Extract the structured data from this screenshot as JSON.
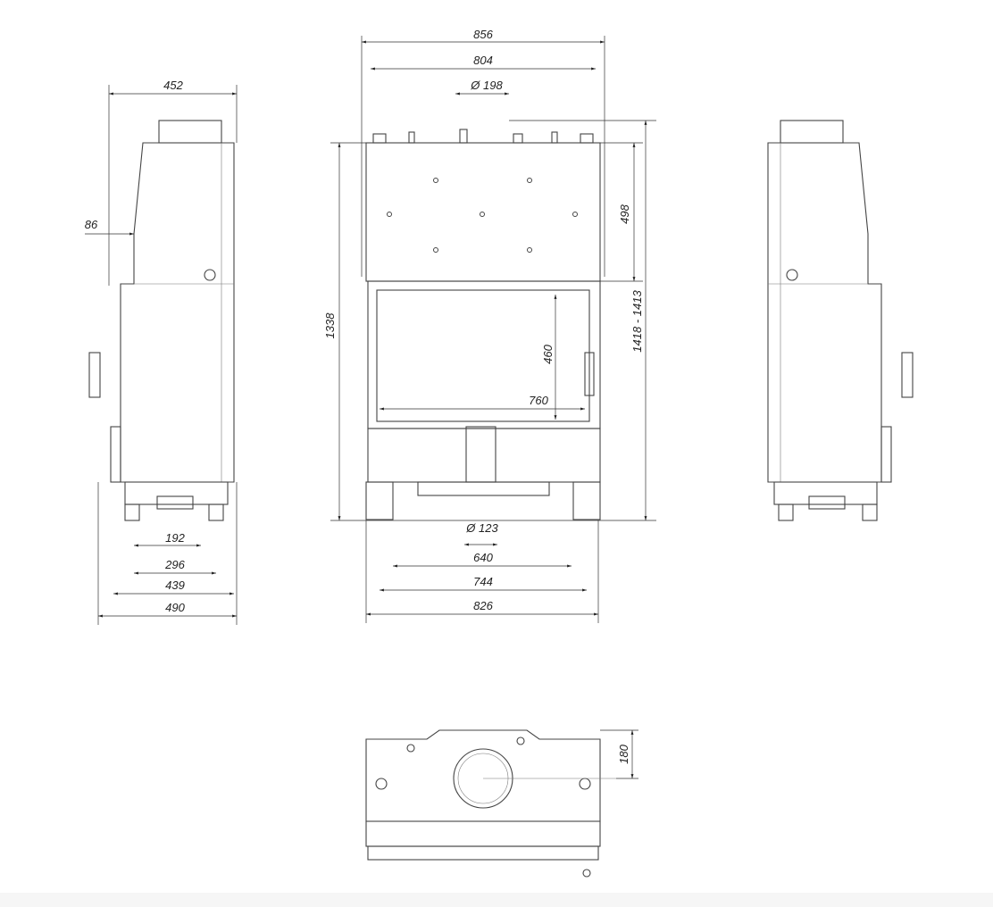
{
  "title": "Fireplace insert dimensional drawing",
  "units": "mm",
  "side_view_left": {
    "width_top": "452",
    "offset": "86",
    "foot_inner": "192",
    "foot_outer": "296",
    "base": "439",
    "depth": "490"
  },
  "front_view": {
    "width_outer": "856",
    "width_top": "804",
    "flue_top": "Ø 198",
    "height": "1338",
    "upper_height": "498",
    "total_height": "1418 - 1413",
    "glass_height": "460",
    "glass_width": "760",
    "flue_bottom": "Ø 123",
    "feet_inner": "640",
    "feet_mid": "744",
    "base_width": "826"
  },
  "top_view": {
    "depth": "180"
  }
}
